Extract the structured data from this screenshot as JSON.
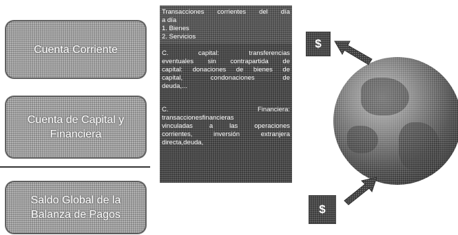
{
  "left_boxes": {
    "current_account": "Cuenta Corriente",
    "capital_account_line1": "Cuenta de Capital y",
    "capital_account_line2": "Financiera",
    "global_balance_line1": "Saldo Global de la",
    "global_balance_line2": "Balanza de Pagos"
  },
  "panel": {
    "current_line1": "Transacciones corrientes del día",
    "current_line2": "a día",
    "item1": "1. Bienes",
    "item2": "2. Servicios",
    "capital_l1": "C. capital: transferencias",
    "capital_l2": "eventuales sin contrapartida de",
    "capital_l3": "capital: donaciones de bienes de",
    "capital_l4": "capital, condonaciones de",
    "capital_l5": "deuda,...",
    "financial_l1": "C. Financiera:",
    "financial_l2": "transaccionesfinancieras",
    "financial_l3": "vinculadas a las operaciones",
    "financial_l4": "corrientes, inversión extranjera",
    "financial_l5": "directa,deuda,"
  },
  "money_symbols": {
    "top": "$",
    "bottom": "$"
  },
  "icons": {
    "arrow_top": "arrow-icon",
    "arrow_bottom": "arrow-icon",
    "globe": "globe-icon"
  }
}
